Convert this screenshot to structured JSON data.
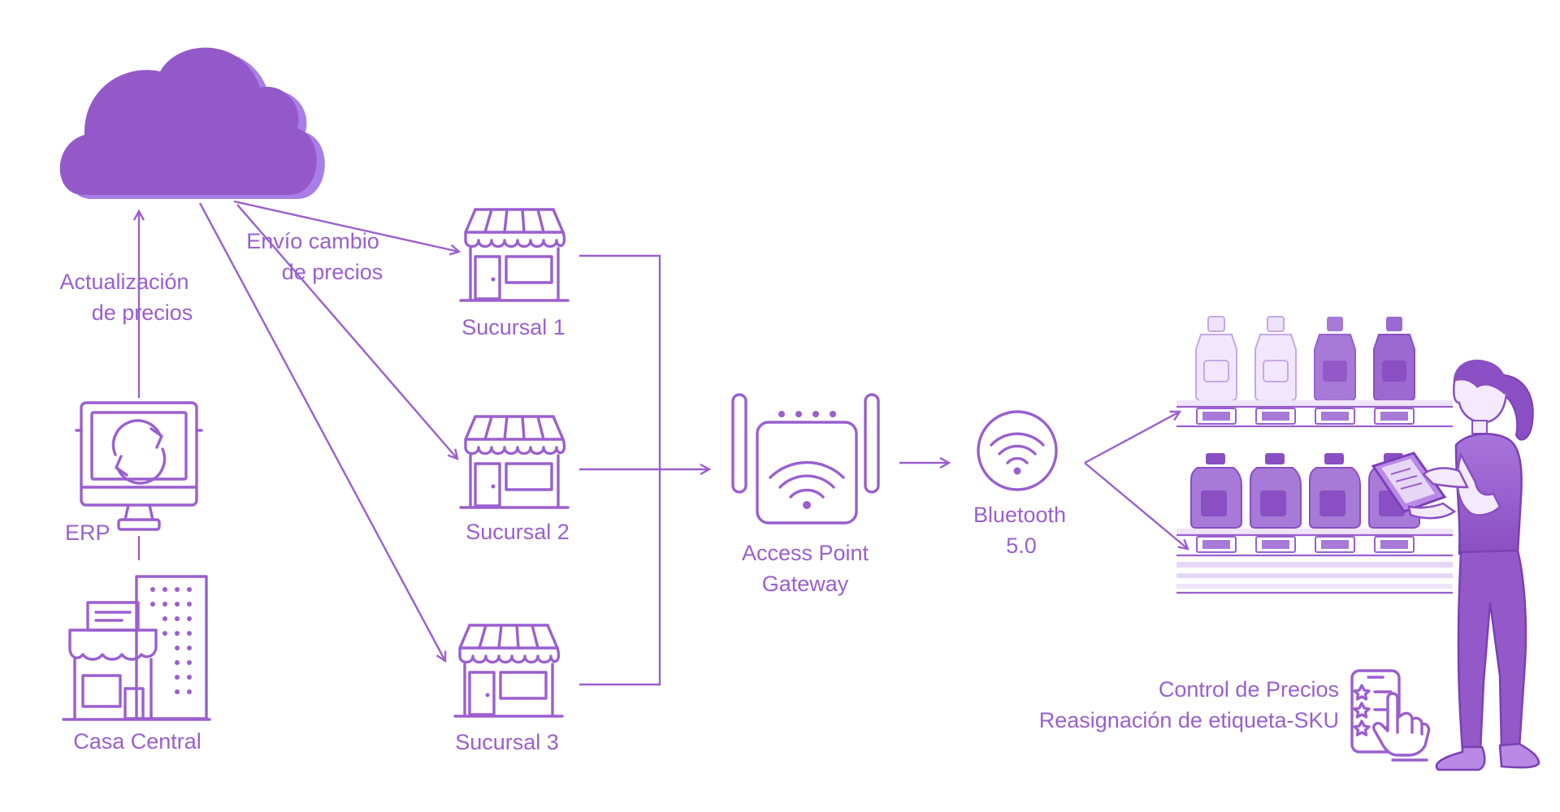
{
  "labels": {
    "cloud_to_erp": [
      "Actualización",
      "de precios"
    ],
    "cloud_to_branches": [
      "Envío cambio",
      "de precios"
    ],
    "erp": "ERP",
    "hq": "Casa Central",
    "branch_1": "Sucursal 1",
    "branch_2": "Sucursal 2",
    "branch_3": "Sucursal 3",
    "gateway": [
      "Access Point",
      "Gateway"
    ],
    "bluetooth": [
      "Bluetooth",
      "5.0"
    ],
    "app": [
      "Control de Precios",
      "Reasignación de etiqueta-SKU"
    ]
  },
  "icons": {
    "cloud": "cloud-icon",
    "erp": "monitor-sync-icon",
    "hq": "office-building-icon",
    "branch": "storefront-icon",
    "gateway": "wifi-router-icon",
    "bluetooth": "wireless-signal-icon",
    "shelf": "store-shelf-icon",
    "employee": "person-with-tablet-icon",
    "app": "phone-checklist-icon"
  },
  "colors": {
    "accent": "#9a5fce",
    "cloud_fill": "#9459c8",
    "cloud_shadow": "#a87ee8",
    "light_fill": "#eee2f9"
  }
}
